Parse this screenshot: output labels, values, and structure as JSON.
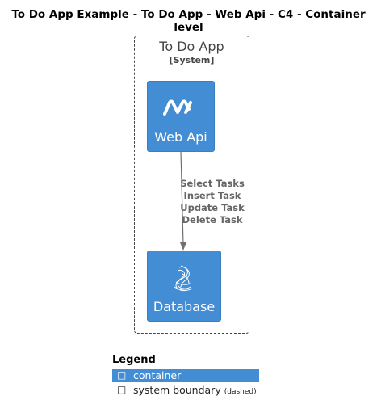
{
  "title": "To Do App Example - To Do App - Web Api - C4 - Container level",
  "boundary": {
    "name": "To Do App",
    "type": "[System]"
  },
  "containers": {
    "web_api": {
      "label": "Web Api",
      "icon": "dotnet-icon"
    },
    "database": {
      "label": "Database",
      "icon": "sql-server-icon"
    }
  },
  "relationship": {
    "lines": [
      "Select Tasks",
      "Insert Task",
      "Update Task",
      "Delete Task"
    ]
  },
  "legend": {
    "title": "Legend",
    "items": [
      {
        "icon": "□",
        "label": "container",
        "note": ""
      },
      {
        "icon": "□",
        "label": "system boundary",
        "note": "(dashed)"
      }
    ]
  },
  "colors": {
    "container_fill": "#438dd5",
    "boundary_line": "#444444",
    "edge": "#707070"
  }
}
